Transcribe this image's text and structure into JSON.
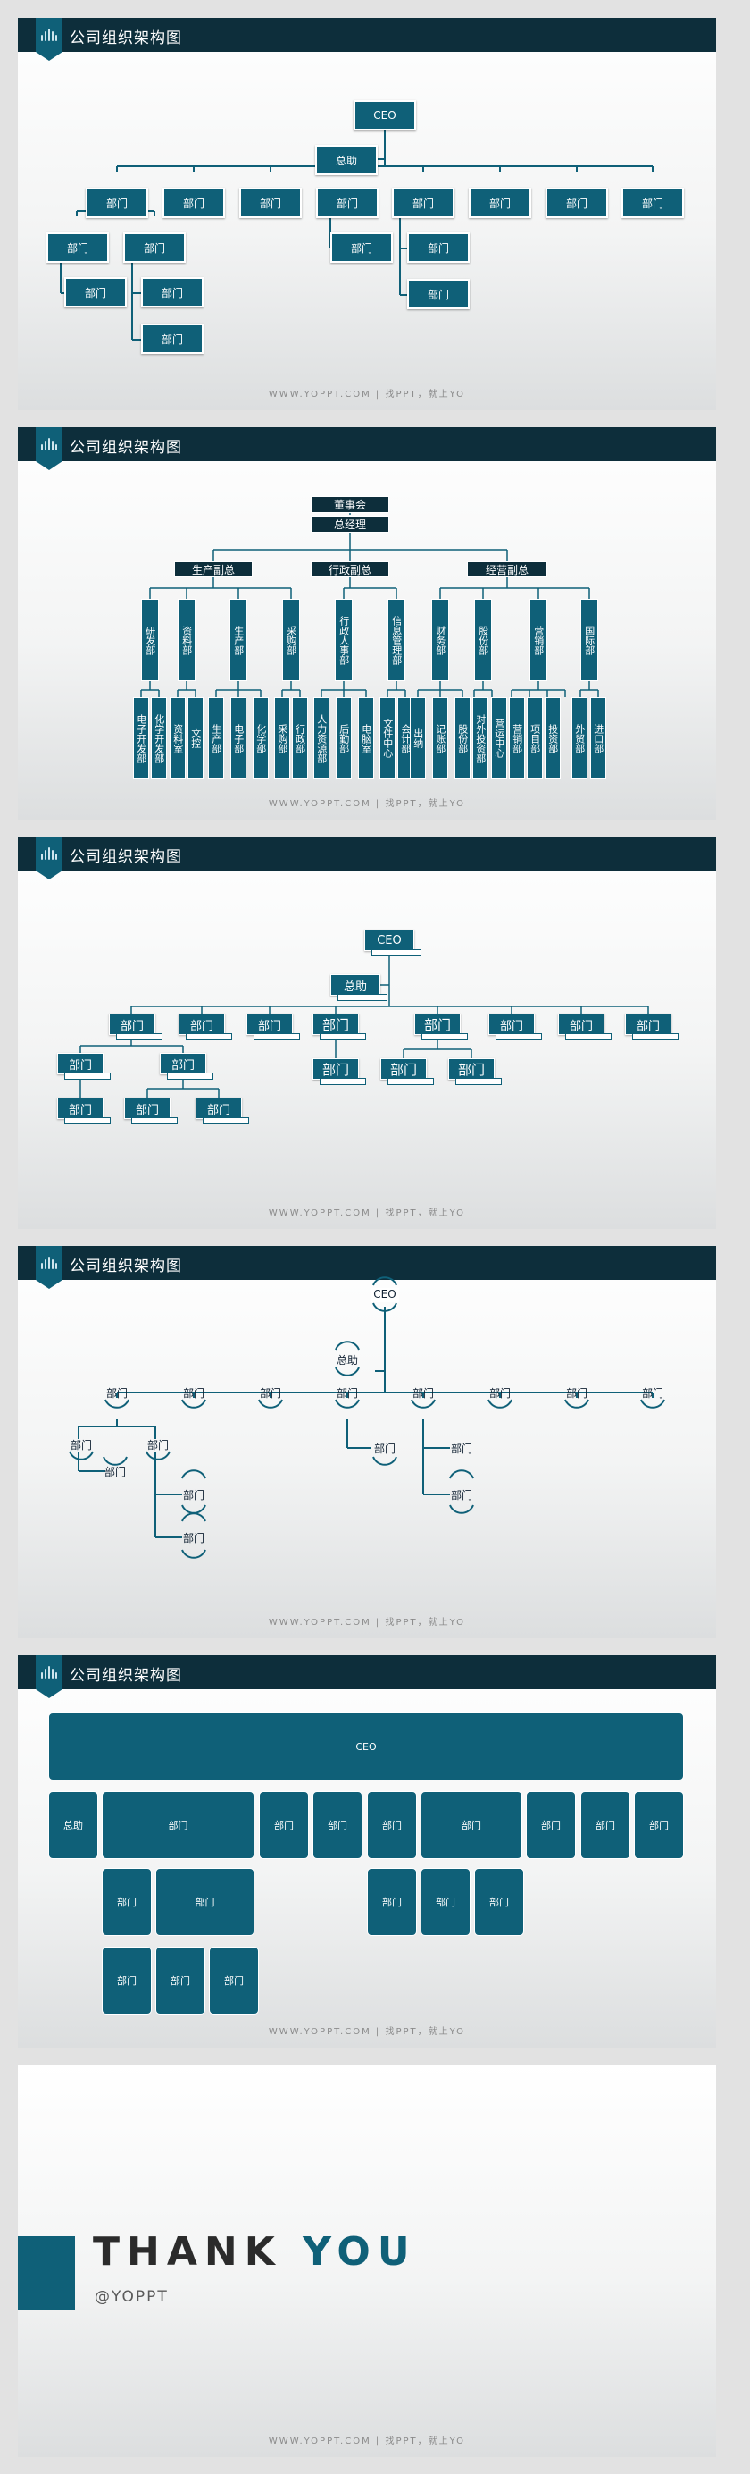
{
  "header_title": "公司组织架构图",
  "footer": {
    "site": "WWW.YOPPT.COM",
    "sep": "|",
    "tagline": "找PPT，就上YO"
  },
  "s1": {
    "ceo": "CEO",
    "assistant": "总助",
    "dept": "部门"
  },
  "s2": {
    "board": "董事会",
    "gm": "总经理",
    "vp": [
      "生产副总",
      "行政副总",
      "经营副总"
    ],
    "depts": [
      "研发部",
      "资料部",
      "生产部",
      "采购部",
      "行政人事部",
      "信息管理部",
      "财务部",
      "股份部",
      "营销部",
      "国际部"
    ],
    "subs": [
      "电子开发部",
      "化学开发部",
      "资料室",
      "文控",
      "生产部",
      "电子部",
      "化学部",
      "采购部",
      "行政部",
      "人力资源部",
      "后勤部",
      "电脑室",
      "文件中心",
      "会计部",
      "出纳",
      "记账部",
      "股份部",
      "对外投资部",
      "营运中心",
      "营销部",
      "项目部",
      "投资部",
      "外贸部",
      "进口部"
    ]
  },
  "s3": {
    "ceo": "CEO",
    "assistant": "总助",
    "dept": "部门"
  },
  "s4": {
    "ceo": "CEO",
    "assistant": "总助",
    "dept": "部门"
  },
  "s5": {
    "ceo": "CEO",
    "assistant": "总助",
    "dept": "部门"
  },
  "s6": {
    "thank": "THANK",
    "you": "YOU",
    "handle": "@YOPPT"
  }
}
